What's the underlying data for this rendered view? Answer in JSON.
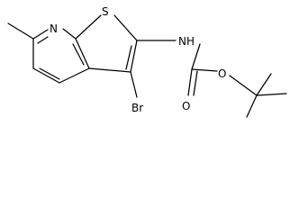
{
  "atoms": {
    "n": "N",
    "s": "S",
    "nh": "NH",
    "br": "Br",
    "o_carbonyl": "O",
    "o_ester": "O"
  },
  "colors": {
    "bond": "#000000",
    "label": "#000000",
    "background": "#ffffff"
  }
}
